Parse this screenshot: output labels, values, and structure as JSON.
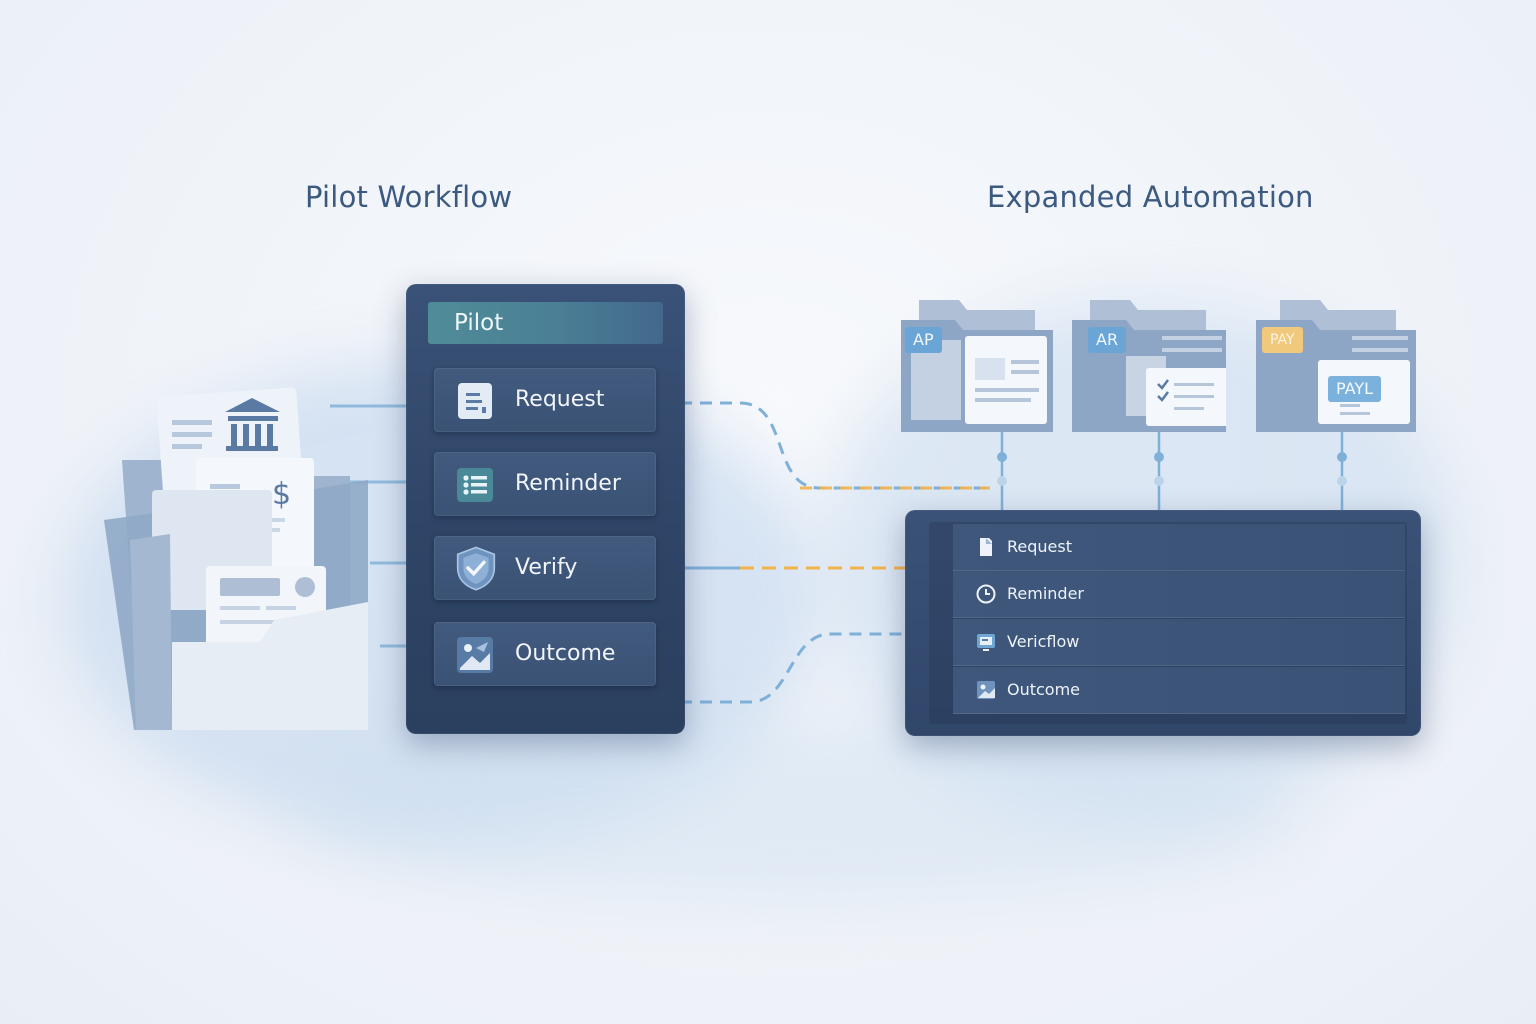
{
  "headings": {
    "left": "Pilot Workflow",
    "right": "Expanded Automation"
  },
  "pilot": {
    "title": "Pilot",
    "steps": [
      {
        "label": "Request",
        "icon": "document-icon"
      },
      {
        "label": "Reminder",
        "icon": "checklist-icon"
      },
      {
        "label": "Verify",
        "icon": "shield-check-icon"
      },
      {
        "label": "Outcome",
        "icon": "image-icon"
      }
    ]
  },
  "expanded": {
    "rows": [
      {
        "label": "Request",
        "icon": "document-icon"
      },
      {
        "label": "Reminder",
        "icon": "clock-icon"
      },
      {
        "label": "Vericflow",
        "icon": "monitor-icon"
      },
      {
        "label": "Outcome",
        "icon": "image-icon"
      }
    ],
    "folders": [
      {
        "tag": "AP",
        "icon": "invoice-icon"
      },
      {
        "tag": "AR",
        "icon": "checklist-icon"
      },
      {
        "tag": "PAY",
        "badge": "PAYL",
        "icon": "payroll-icon"
      }
    ]
  },
  "left_folder": {
    "dollar_sign": "$"
  },
  "colors": {
    "panel": "#344b6e",
    "accent_teal": "#4f8c98",
    "connector_blue": "#7fb0d8",
    "connector_orange": "#f2b34c",
    "heading": "#3c5a80"
  }
}
